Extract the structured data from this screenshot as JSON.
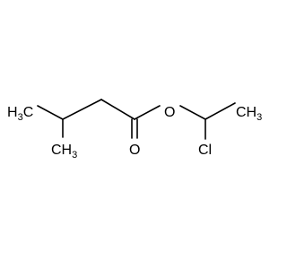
{
  "molecule": {
    "atoms": {
      "ch3_top": {
        "main": "H",
        "sub": "3",
        "tail": "C"
      },
      "ch3_bottom": {
        "main": "CH",
        "sub": "3"
      },
      "ester_oxygen": "O",
      "carbonyl_oxygen": "O",
      "ch3_right": {
        "main": "CH",
        "sub": "3"
      },
      "chlorine": "Cl"
    },
    "colors": {
      "bond": "#000000",
      "text": "#000000",
      "background": "#ffffff"
    }
  }
}
